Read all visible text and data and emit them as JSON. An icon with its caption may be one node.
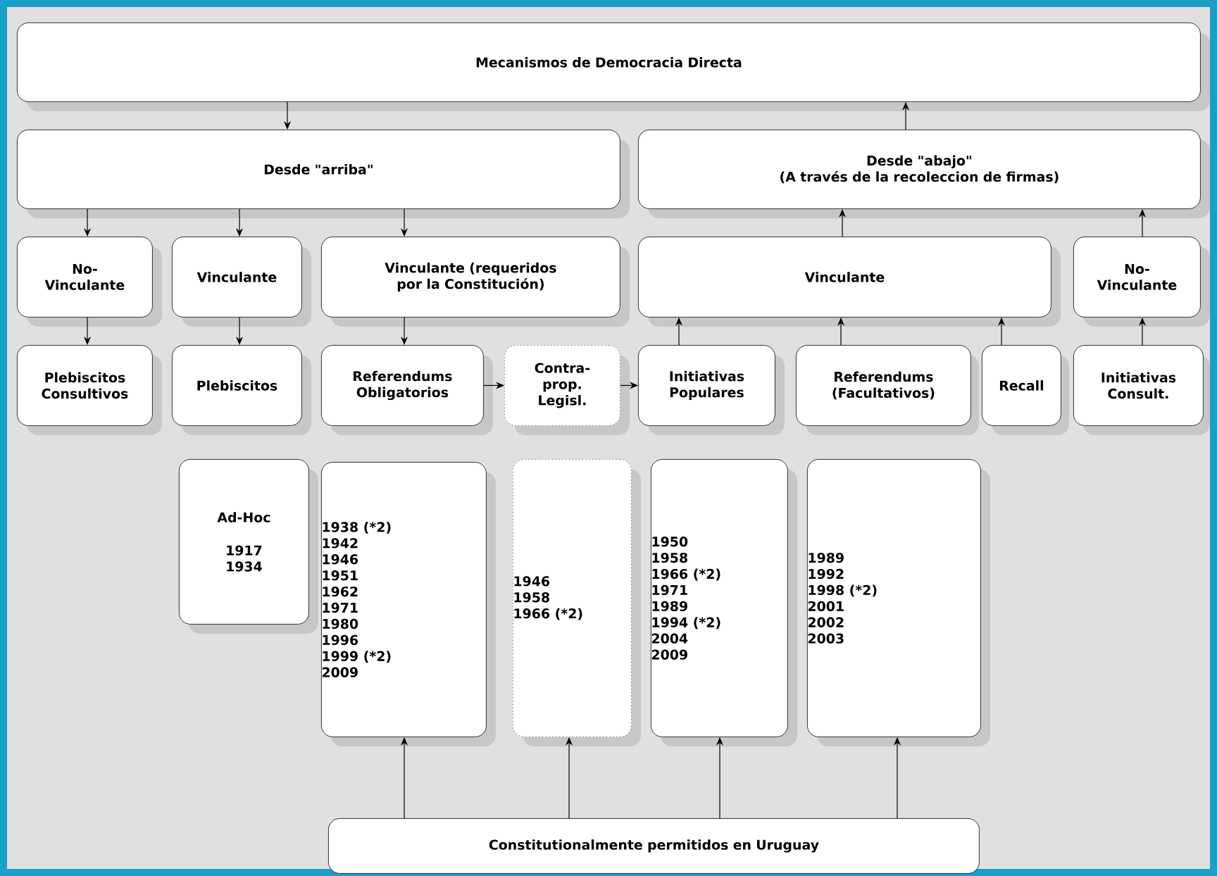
{
  "diagram": {
    "nodes": [
      {
        "text": [
          "Mecanismos de Democracia Directa"
        ]
      },
      {
        "text": [
          "Desde \"arriba\""
        ]
      },
      {
        "text": [
          "Desde \"abajo\"",
          "(A través de la recoleccion de firmas)"
        ]
      },
      {
        "text": [
          "No-Vinculante"
        ]
      },
      {
        "text": [
          "Vinculante"
        ]
      },
      {
        "text": [
          "Vinculante (requeridos por la Constitución)"
        ]
      },
      {
        "text": [
          "Vinculante"
        ]
      },
      {
        "text": [
          "No-Vinculante"
        ]
      },
      {
        "text": [
          "Plebiscitos Consultivos"
        ]
      },
      {
        "text": [
          "Plebiscitos"
        ]
      },
      {
        "text": [
          "Referendums Obligatorios"
        ]
      },
      {
        "text": [
          "Contra-prop. Legisl."
        ]
      },
      {
        "text": [
          "Initiativas Populares"
        ]
      },
      {
        "text": [
          "Referendums (Facultativos)"
        ]
      },
      {
        "text": [
          "Recall"
        ]
      },
      {
        "text": [
          "Initiativas Consult."
        ]
      },
      {
        "text": [
          "Ad-Hoc",
          "1917",
          "1934"
        ]
      },
      {
        "text": [
          "1938 (*2)",
          "1942",
          "1946",
          "1951",
          "1962",
          "1971",
          "1980",
          "1996",
          "1999 (*2)",
          "2009"
        ]
      },
      {
        "text": [
          "1946",
          "1958",
          "1966 (*2)"
        ]
      },
      {
        "text": [
          "1950",
          "1958",
          "1966 (*2)",
          "1971",
          "1989",
          "1994 (*2)",
          "2004",
          "2009"
        ]
      },
      {
        "text": [
          "1989",
          "1992",
          "1998 (*2)",
          "2001",
          "2002",
          "2003"
        ]
      },
      {
        "text": [
          "Constitutionalmente permitidos en Uruguay"
        ]
      }
    ],
    "edges": [
      {
        "from": 0,
        "to": 1,
        "arrow": "to"
      },
      {
        "from": 2,
        "to": 0,
        "arrow": "to"
      },
      {
        "from": 1,
        "to": 3,
        "arrow": "to"
      },
      {
        "from": 1,
        "to": 4,
        "arrow": "to"
      },
      {
        "from": 1,
        "to": 5,
        "arrow": "to"
      },
      {
        "from": 3,
        "to": 8,
        "arrow": "to"
      },
      {
        "from": 4,
        "to": 9,
        "arrow": "to"
      },
      {
        "from": 5,
        "to": 10,
        "arrow": "to"
      },
      {
        "from": 10,
        "to": 11,
        "arrow": "to"
      },
      {
        "from": 11,
        "to": 12,
        "arrow": "to"
      },
      {
        "from": 12,
        "to": 6,
        "arrow": "to"
      },
      {
        "from": 13,
        "to": 6,
        "arrow": "to"
      },
      {
        "from": 14,
        "to": 6,
        "arrow": "to"
      },
      {
        "from": 6,
        "to": 2,
        "arrow": "to"
      },
      {
        "from": 15,
        "to": 7,
        "arrow": "to"
      },
      {
        "from": 7,
        "to": 2,
        "arrow": "to"
      },
      {
        "from": 21,
        "to": 17,
        "arrow": "to"
      },
      {
        "from": 21,
        "to": 18,
        "arrow": "to"
      },
      {
        "from": 21,
        "to": 19,
        "arrow": "to"
      },
      {
        "from": 21,
        "to": 20,
        "arrow": "to"
      }
    ]
  }
}
